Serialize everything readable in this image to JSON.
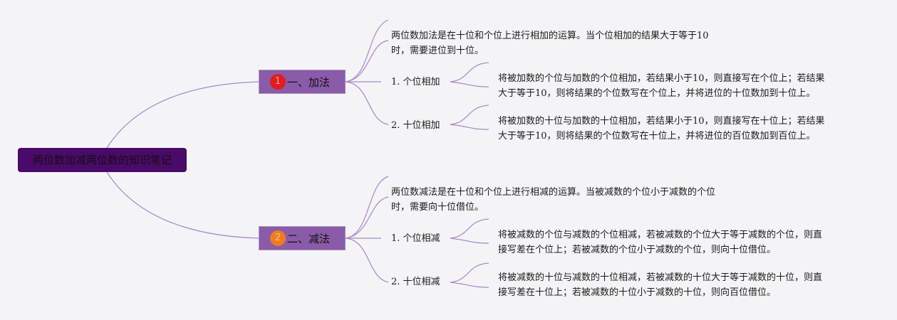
{
  "colors": {
    "background": "#f4f4f6",
    "root": "#4a0a69",
    "branch": "#8a5ba9",
    "link": "#a786c8",
    "badge1": "#e31c1c",
    "badge2": "#f07c1c"
  },
  "root": {
    "label": "两位数加减两位数的知识笔记"
  },
  "branches": [
    {
      "badge": "1",
      "label": "一、加法",
      "description": {
        "line1": "两位数加法是在十位和个位上进行相加的运算。当个位相加的结果大于等于10",
        "line2": "时，需要进位到十位。"
      },
      "steps": [
        {
          "label": "1. 个位相加",
          "detail": {
            "line1": "将被加数的个位与加数的个位相加，若结果小于10，则直接写在个位上；若结果",
            "line2": "大于等于10，则将结果的个位数写在个位上，并将进位的十位数加到十位上。"
          }
        },
        {
          "label": "2. 十位相加",
          "detail": {
            "line1": "将被加数的十位与加数的十位相加，若结果小于10，则直接写在十位上；若结果",
            "line2": "大于等于10，则将结果的个位数写在十位上，并将进位的百位数加到百位上。"
          }
        }
      ]
    },
    {
      "badge": "2",
      "label": "二、减法",
      "description": {
        "line1": "两位数减法是在十位和个位上进行相减的运算。当被减数的个位小于减数的个位",
        "line2": "时，需要向十位借位。"
      },
      "steps": [
        {
          "label": "1. 个位相减",
          "detail": {
            "line1": "将被减数的个位与减数的个位相减，若被减数的个位大于等于减数的个位，则直",
            "line2": "接写差在个位上；若被减数的个位小于减数的个位，则向十位借位。"
          }
        },
        {
          "label": "2. 十位相减",
          "detail": {
            "line1": "将被减数的十位与减数的十位相减，若被减数的十位大于等于减数的十位，则直",
            "line2": "接写差在十位上；若被减数的十位小于减数的十位，则向百位借位。"
          }
        }
      ]
    }
  ]
}
